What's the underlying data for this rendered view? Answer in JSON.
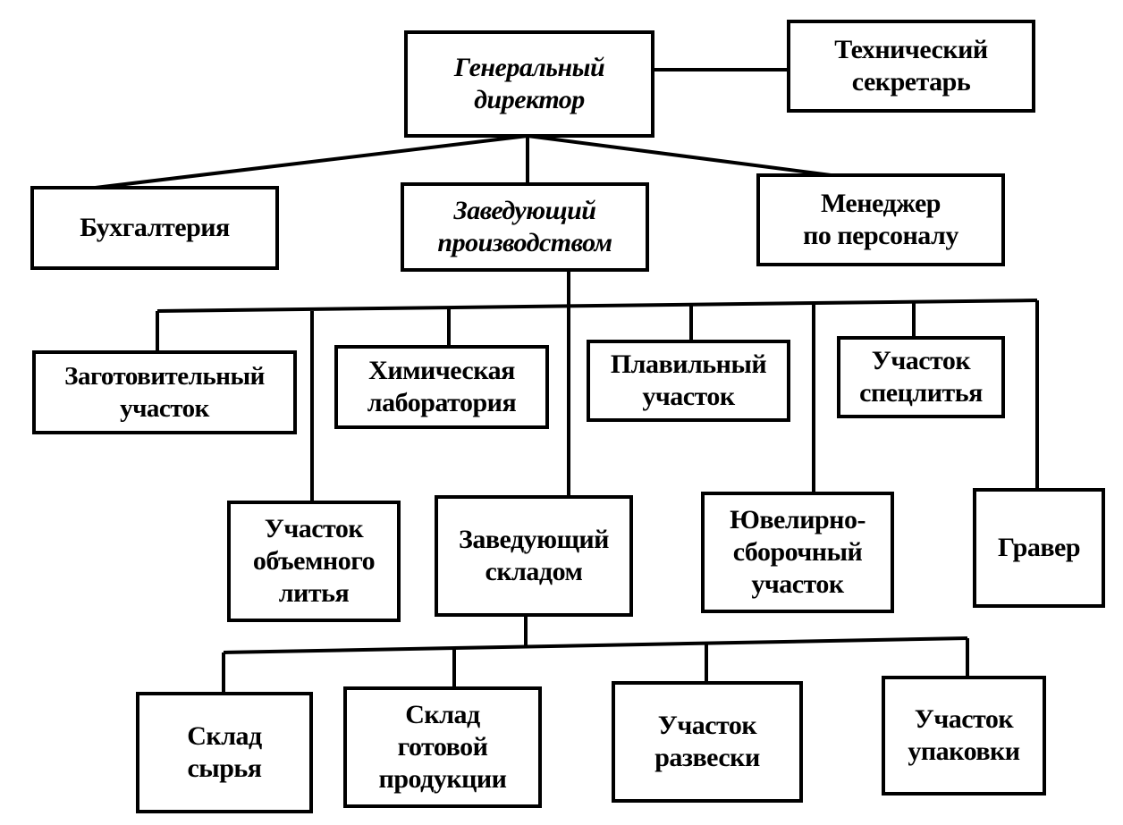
{
  "diagram": {
    "type": "org-chart",
    "nodes": {
      "ceo": {
        "label": "Генеральный\nдиректор",
        "italic": true
      },
      "tech_secretary": {
        "label": "Технический\nсекретарь"
      },
      "accounting": {
        "label": "Бухгалтерия"
      },
      "production_head": {
        "label": "Заведующий\nпроизводством",
        "italic": true
      },
      "hr_manager": {
        "label": "Менеджер\nпо персоналу"
      },
      "blank_section": {
        "label": "Заготовительный\nучасток"
      },
      "chem_lab": {
        "label": "Химическая\nлаборатория"
      },
      "melting_section": {
        "label": "Плавильный\nучасток"
      },
      "special_casting": {
        "label": "Участок\nспецлитья"
      },
      "volume_casting": {
        "label": "Участок\nобъемного\nлитья"
      },
      "warehouse_head": {
        "label": "Заведующий\nскладом"
      },
      "jewelry_assembly": {
        "label": "Ювелирно-\nсборочный\nучасток"
      },
      "engraver": {
        "label": "Гравер"
      },
      "raw_warehouse": {
        "label": "Склад\nсырья"
      },
      "finished_warehouse": {
        "label": "Склад\nготовой\nпродукции"
      },
      "weighing_section": {
        "label": "Участок\nразвески"
      },
      "packing_section": {
        "label": "Участок\nупаковки"
      }
    },
    "edges": [
      [
        "ceo",
        "tech_secretary"
      ],
      [
        "ceo",
        "accounting"
      ],
      [
        "ceo",
        "production_head"
      ],
      [
        "ceo",
        "hr_manager"
      ],
      [
        "production_head",
        "blank_section"
      ],
      [
        "production_head",
        "chem_lab"
      ],
      [
        "production_head",
        "melting_section"
      ],
      [
        "production_head",
        "special_casting"
      ],
      [
        "production_head",
        "volume_casting"
      ],
      [
        "production_head",
        "warehouse_head"
      ],
      [
        "production_head",
        "jewelry_assembly"
      ],
      [
        "production_head",
        "engraver"
      ],
      [
        "warehouse_head",
        "raw_warehouse"
      ],
      [
        "warehouse_head",
        "finished_warehouse"
      ],
      [
        "warehouse_head",
        "weighing_section"
      ],
      [
        "warehouse_head",
        "packing_section"
      ]
    ]
  }
}
